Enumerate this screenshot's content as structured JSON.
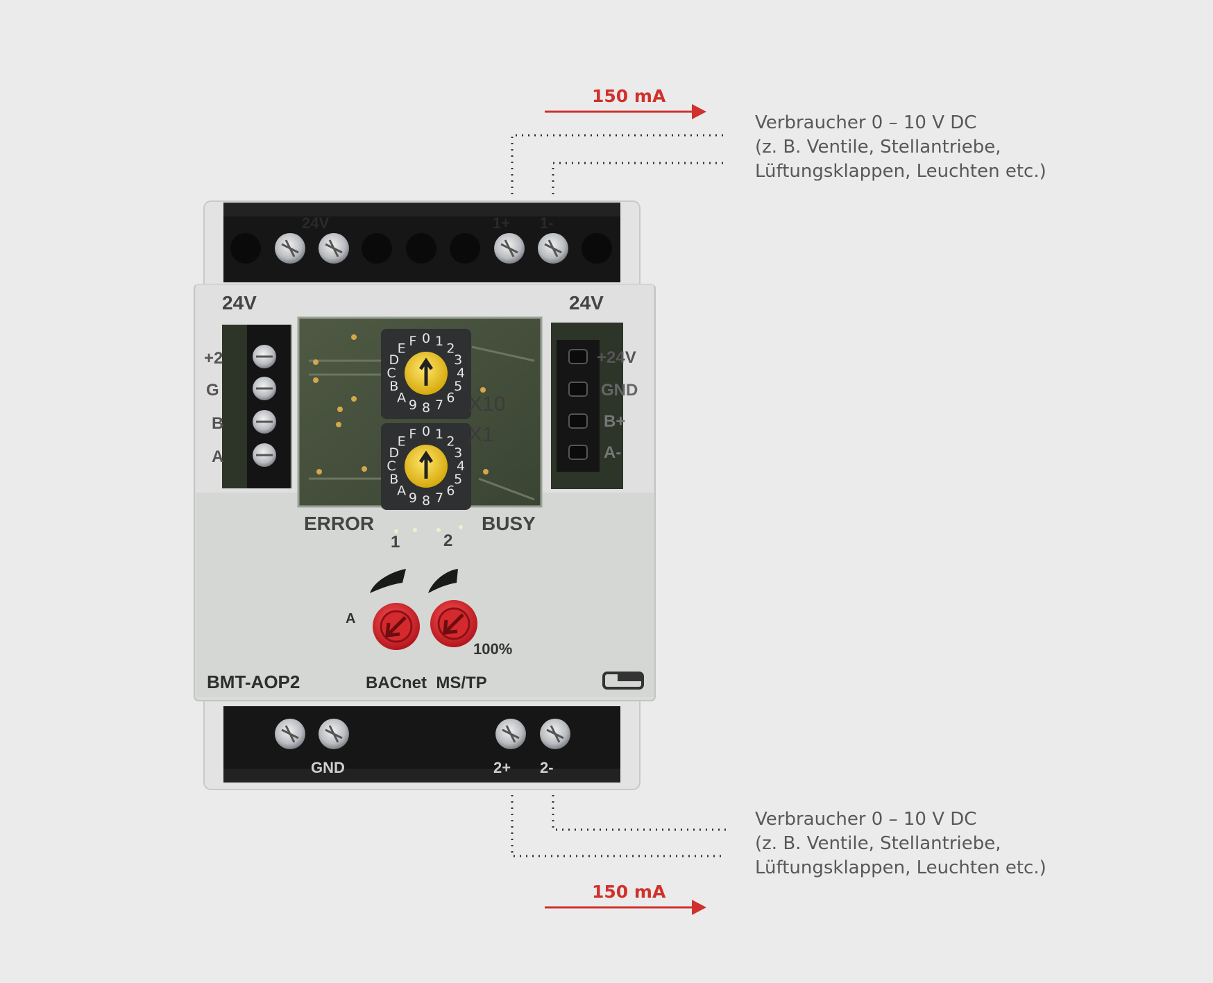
{
  "callouts": {
    "top": {
      "line1": "Verbraucher 0 – 10 V DC",
      "line2": "(z. B. Ventile, Stellantriebe,",
      "line3": "Lüftungsklappen, Leuchten etc.)"
    },
    "bottom": {
      "line1": "Verbraucher 0 – 10 V DC",
      "line2": "(z. B. Ventile, Stellantriebe,",
      "line3": "Lüftungsklappen, Leuchten etc.)"
    }
  },
  "currents": {
    "top": "150 mA",
    "bottom": "150 mA"
  },
  "device": {
    "model": "BMT-AOP2",
    "protocol": "BACnet  MS/TP",
    "top_terminals": {
      "supply": "24V",
      "out1_plus": "1+",
      "out1_minus": "1-"
    },
    "bottom_terminals": {
      "ground": "GND",
      "out2_plus": "2+",
      "out2_minus": "2-"
    },
    "side_label_left": "24V",
    "side_label_right": "24V",
    "left_connector_labels": [
      "+2",
      "G",
      "B",
      "A"
    ],
    "right_connector_labels": [
      "+24V",
      "GND",
      "B+",
      "A-"
    ],
    "switch_labels": {
      "upper": "X10",
      "lower": "X1"
    },
    "dial_digits": "0123456789ABCDEF",
    "led_labels": {
      "error": "ERROR",
      "busy": "BUSY",
      "led1": "1",
      "led2": "2"
    },
    "knob_labels": {
      "a": "A",
      "percent": "100%"
    }
  },
  "colors": {
    "accent_red": "#d0312d",
    "text_gray": "#585858",
    "background": "#ebebeb"
  }
}
